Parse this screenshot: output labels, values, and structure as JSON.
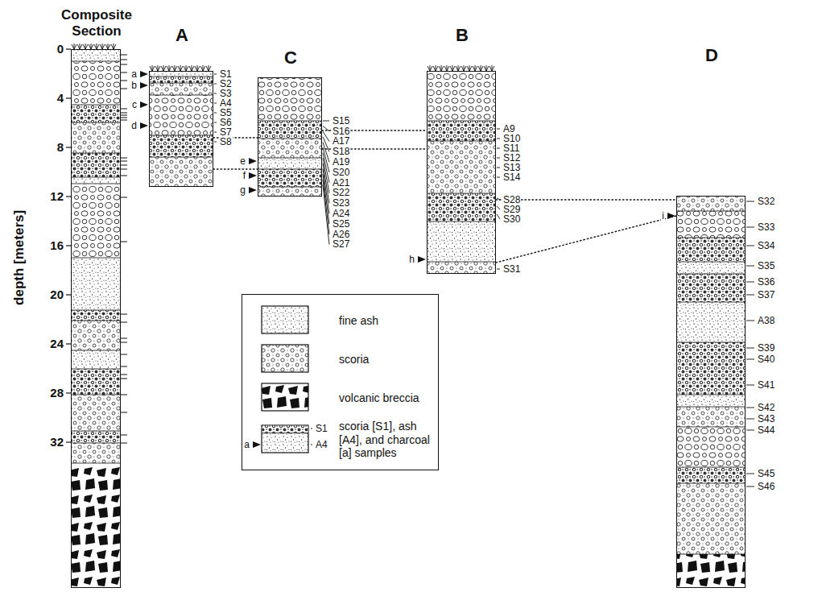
{
  "diagram": {
    "nodes": [
      {
        "text": [
          "Composite Section"
        ]
      },
      {
        "text": [
          "A"
        ]
      },
      {
        "text": [
          "C"
        ]
      },
      {
        "text": [
          "B"
        ]
      },
      {
        "text": [
          "D"
        ]
      }
    ],
    "edges": [
      {
        "from": 1,
        "to": 2,
        "arrow": "none"
      },
      {
        "from": 1,
        "to": 2,
        "arrow": "none"
      },
      {
        "from": 2,
        "to": 3,
        "arrow": "none"
      },
      {
        "from": 2,
        "to": 3,
        "arrow": "none"
      },
      {
        "from": 3,
        "to": 4,
        "arrow": "none"
      },
      {
        "from": 3,
        "to": 4,
        "arrow": "none"
      }
    ],
    "labels": [
      "0",
      "4",
      "8",
      "12",
      "16",
      "20",
      "24",
      "28",
      "32",
      "depth [meters]",
      "S1",
      "S2",
      "S3",
      "A4",
      "S5",
      "S6",
      "S7",
      "S8",
      "a",
      "b",
      "c",
      "d",
      "S15",
      "S16",
      "A17",
      "S18",
      "A19",
      "S20",
      "A21",
      "S22",
      "S23",
      "A24",
      "S25",
      "A26",
      "S27",
      "e",
      "f",
      "g",
      "A9",
      "S10",
      "S11",
      "S12",
      "S13",
      "S14",
      "S28",
      "S29",
      "S30",
      "S31",
      "h",
      "S32",
      "S33",
      "S34",
      "S35",
      "S36",
      "S37",
      "A38",
      "S39",
      "S40",
      "S41",
      "S42",
      "S43",
      "S44",
      "S45",
      "S46",
      "i",
      "S1",
      "A4",
      "a"
    ],
    "legend": [
      {
        "text": "fine ash"
      },
      {
        "text": "scoria"
      },
      {
        "text": "volcanic breccia"
      },
      {
        "text": "scoria [S1], ash [A4], and charcoal [a] samples"
      }
    ]
  }
}
